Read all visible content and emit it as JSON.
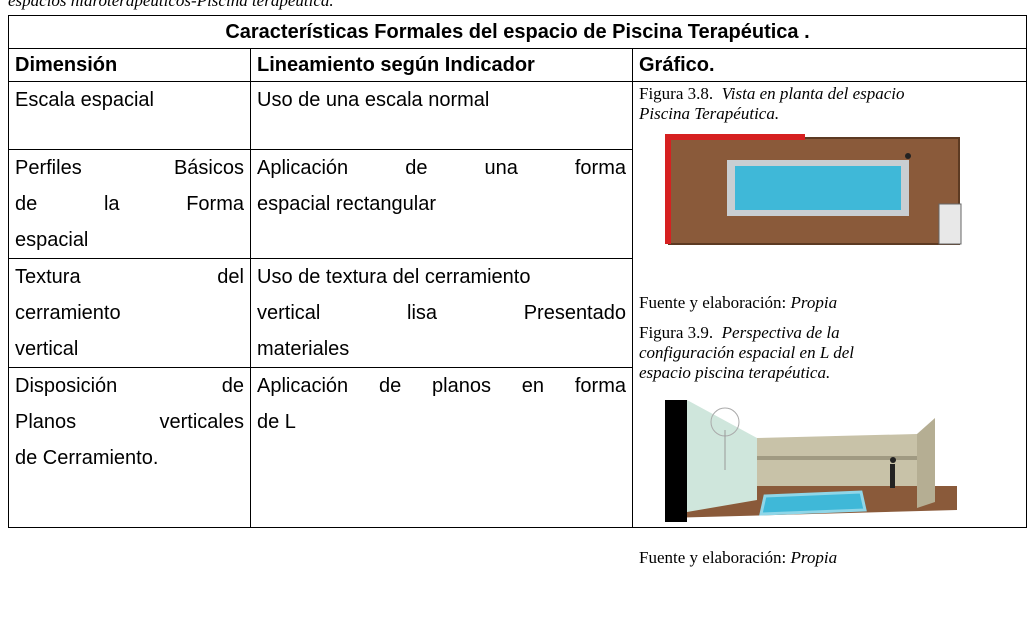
{
  "caption_top": "espacios hidroterapéuticos-Piscina terapéutica.",
  "table": {
    "title": "Características Formales del espacio de Piscina  Terapéutica .",
    "headers": [
      "Dimensión",
      "Lineamiento según Indicador",
      "Gráfico."
    ],
    "rows": [
      {
        "dimension": "Escala espacial",
        "lineamiento": "Uso de una escala normal"
      },
      {
        "dimension_lines": [
          "Perfiles Básicos",
          "de la Forma",
          "espacial"
        ],
        "lineamiento_lines": [
          "Aplicación de una forma",
          "espacial rectangular"
        ]
      },
      {
        "dimension_lines": [
          "Textura del",
          "cerramiento",
          "vertical"
        ],
        "lineamiento_lines": [
          "Uso de  textura del cerramiento",
          "vertical lisa Presentado",
          "materiales"
        ]
      },
      {
        "dimension_lines": [
          "Disposición de",
          "Planos verticales",
          "de Cerramiento."
        ],
        "lineamiento_lines": [
          "Aplicación de planos en forma",
          "de L"
        ]
      }
    ],
    "grafico": {
      "fig1_label": "Figura 3.8.",
      "fig1_caption_a": "Vista en planta del espacio",
      "fig1_caption_b": "Piscina Terapéutica.",
      "source1_label": "Fuente y elaboración:",
      "source1_value": "Propia",
      "fig2_label": "Figura 3.9.",
      "fig2_caption_a": "Perspectiva de la",
      "fig2_caption_b": "configuración espacial en L del",
      "fig2_caption_c": "espacio piscina terapéutica.",
      "source2_label": "Fuente y elaboración:",
      "source2_value": "Propia"
    }
  },
  "colors": {
    "wood": "#8a5a3a",
    "water": "#3fb8d8",
    "wall_red": "#d62020",
    "wall_stone": "#c8c2a8"
  }
}
